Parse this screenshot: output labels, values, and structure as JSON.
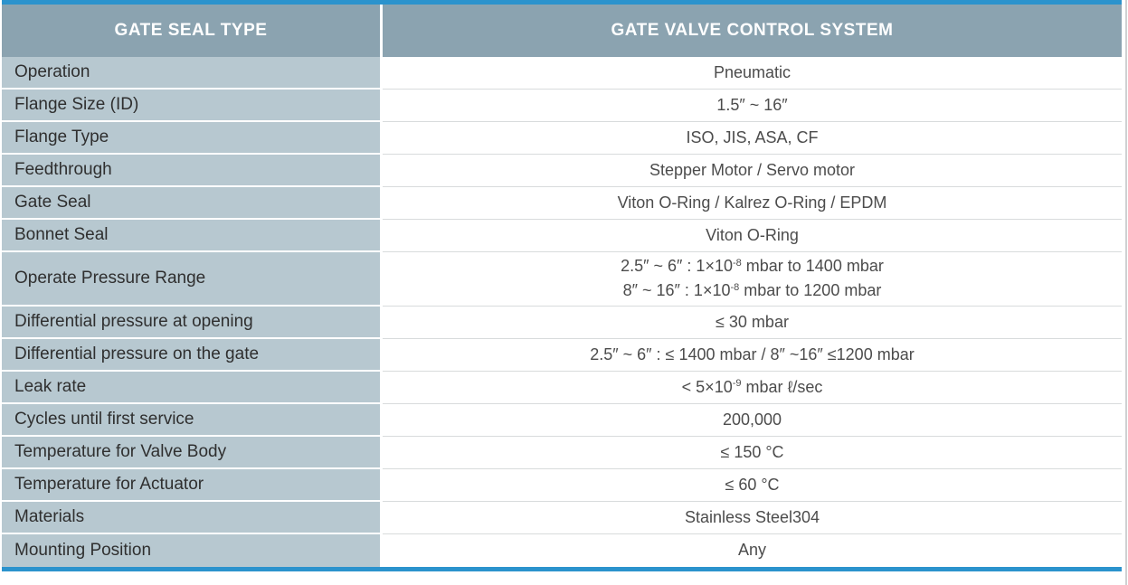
{
  "header": {
    "col1": "GATE SEAL TYPE",
    "col2": "GATE VALVE CONTROL SYSTEM"
  },
  "rows": [
    {
      "key": "operation",
      "label": "Operation",
      "value_lines": [
        [
          {
            "t": "Pneumatic"
          }
        ]
      ]
    },
    {
      "key": "flange-size-id",
      "label": "Flange Size (ID)",
      "value_lines": [
        [
          {
            "t": "1.5″ ~ 16″"
          }
        ]
      ]
    },
    {
      "key": "flange-type",
      "label": "Flange Type",
      "value_lines": [
        [
          {
            "t": "ISO, JIS, ASA, CF"
          }
        ]
      ]
    },
    {
      "key": "feedthrough",
      "label": "Feedthrough",
      "value_lines": [
        [
          {
            "t": "Stepper Motor / Servo motor"
          }
        ]
      ]
    },
    {
      "key": "gate-seal",
      "label": "Gate Seal",
      "value_lines": [
        [
          {
            "t": "Viton O-Ring / Kalrez O-Ring / EPDM"
          }
        ]
      ]
    },
    {
      "key": "bonnet-seal",
      "label": "Bonnet Seal",
      "value_lines": [
        [
          {
            "t": "Viton O-Ring"
          }
        ]
      ]
    },
    {
      "key": "operate-pressure-range",
      "label": "Operate Pressure Range",
      "value_lines": [
        [
          {
            "t": "2.5″ ~ 6″ : 1×10"
          },
          {
            "sup": "-8"
          },
          {
            "t": " mbar to 1400 mbar"
          }
        ],
        [
          {
            "t": "8″ ~ 16″ : 1×10"
          },
          {
            "sup": "-8"
          },
          {
            "t": " mbar to 1200 mbar"
          }
        ]
      ]
    },
    {
      "key": "differential-pressure-at-opening",
      "label": "Differential pressure at opening",
      "value_lines": [
        [
          {
            "t": "≤ 30 mbar"
          }
        ]
      ]
    },
    {
      "key": "differential-pressure-on-the-gate",
      "label": "Differential pressure on the gate",
      "value_lines": [
        [
          {
            "t": "2.5″ ~ 6″ : ≤ 1400 mbar / 8″ ~16″ ≤1200 mbar"
          }
        ]
      ]
    },
    {
      "key": "leak-rate",
      "label": "Leak rate",
      "value_lines": [
        [
          {
            "t": "< 5×10"
          },
          {
            "sup": "-9"
          },
          {
            "t": " mbar ℓ/sec"
          }
        ]
      ]
    },
    {
      "key": "cycles-until-first-service",
      "label": "Cycles until first service",
      "value_lines": [
        [
          {
            "t": "200,000"
          }
        ]
      ]
    },
    {
      "key": "temperature-for-valve-body",
      "label": "Temperature for Valve Body",
      "value_lines": [
        [
          {
            "t": "≤ 150 °C"
          }
        ]
      ]
    },
    {
      "key": "temperature-for-actuator",
      "label": "Temperature for Actuator",
      "value_lines": [
        [
          {
            "t": "≤ 60 °C"
          }
        ]
      ]
    },
    {
      "key": "materials",
      "label": "Materials",
      "value_lines": [
        [
          {
            "t": "Stainless Steel304"
          }
        ]
      ]
    },
    {
      "key": "mounting-position",
      "label": "Mounting Position",
      "value_lines": [
        [
          {
            "t": "Any"
          }
        ]
      ]
    }
  ],
  "colors": {
    "accent_blue": "#2b93cd",
    "header_bg": "#8ba3b0",
    "header_text": "#ffffff",
    "label_bg": "#b7c8d0",
    "label_text": "#2f2f2f",
    "value_text": "#4c4c4c",
    "value_separator": "#d8dbdc"
  }
}
